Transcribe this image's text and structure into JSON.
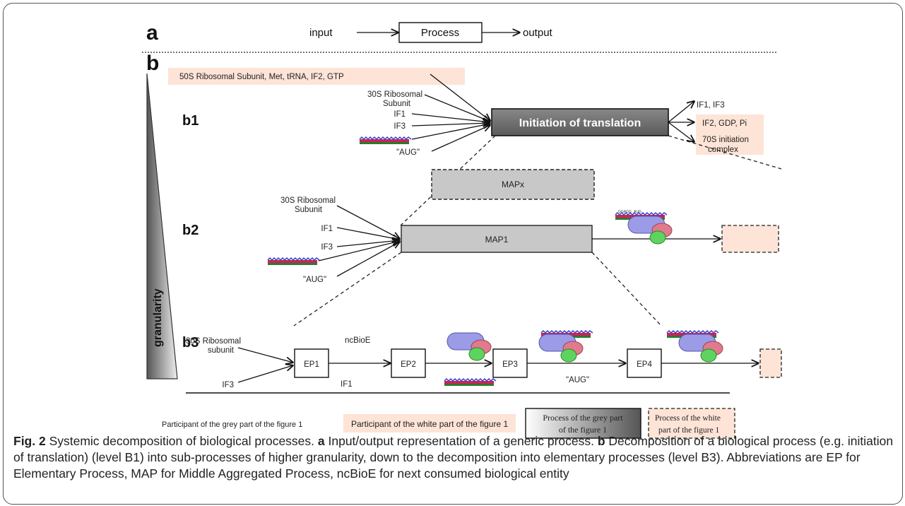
{
  "panel_a": {
    "letter": "a",
    "input_label": "input",
    "process_label": "Process",
    "output_label": "output"
  },
  "panel_b": {
    "letter": "b",
    "granularity_label": "granularity",
    "b1": {
      "level": "b1",
      "inputs": [
        "50S Ribosomal Subunit, Met, tRNA, IF2, GTP",
        "30S Ribosomal",
        "Subunit",
        "IF1",
        "IF3",
        "\"AUG\""
      ],
      "process": "Initiation of translation",
      "outputs": [
        "IF1, IF3",
        "IF2, GDP, Pi",
        "70S initiation",
        "complex"
      ]
    },
    "b2": {
      "level": "b2",
      "mapx": "MAPx",
      "map1": "MAP1",
      "inputs": [
        "30S Ribosomal",
        "Subunit",
        "IF1",
        "IF3",
        "\"AUG\""
      ]
    },
    "b3": {
      "level": "b3",
      "inputs": [
        "30S Ribosomal",
        "subunit",
        "IF3",
        "IF1",
        "\"AUG\""
      ],
      "ncbioe": "ncBioE",
      "eps": [
        "EP1",
        "EP2",
        "EP3",
        "EP4"
      ]
    },
    "mrna_tags": [
      "GGAGG",
      "AUG"
    ]
  },
  "legend": {
    "grey_participant": "Participant of the grey part of the figure 1",
    "white_participant": "Participant of the white part of the figure 1",
    "grey_process_1": "Process of the grey part",
    "grey_process_2": "of the figure 1",
    "white_process_1": "Process of the white",
    "white_process_2": "part of the figure 1"
  },
  "caption": {
    "fig_label": "Fig. 2",
    "text_1": " Systemic decomposition of biological processes. ",
    "a": "a",
    "text_2": " Input/output representation of a generic process. ",
    "b": "b",
    "text_3": " Decomposition of a biological process (e.g. initiation of translation) (level B1) into sub-processes of higher granularity, down to the decomposition into elementary processes (level B3). Abbreviations are EP for Elementary Process, MAP for Middle Aggregated Process, ncBioE for next consumed biological entity"
  },
  "colors": {
    "peach": "#fde4d6",
    "grey_box": "#c8c8c8",
    "dark_box": "#6e6e6e",
    "rib_small": "#5fd35f",
    "rib_pink": "#e07a8c",
    "rib_large": "#9b9be8"
  }
}
